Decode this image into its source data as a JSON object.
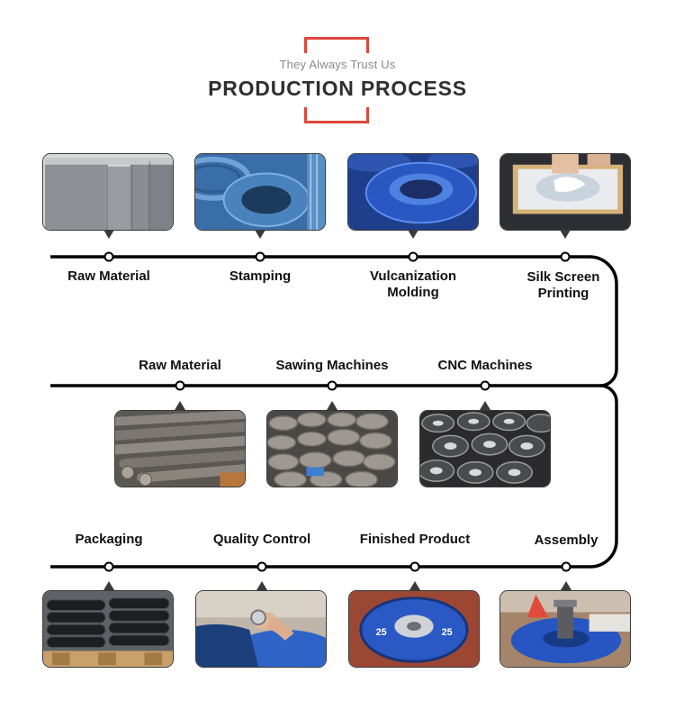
{
  "header": {
    "subtitle": "They Always Trust Us",
    "title": "PRODUCTION PROCESS"
  },
  "accent_color": "#e0453c",
  "line_color": "#000000",
  "row1": [
    {
      "label": "Raw Material",
      "icon": "grey-sheets-photo"
    },
    {
      "label": "Stamping",
      "icon": "blue-rings-photo"
    },
    {
      "label": "Vulcanization\nMolding",
      "icon": "blue-mold-photo"
    },
    {
      "label": "Silk Screen\nPrinting",
      "icon": "screen-printing-photo"
    }
  ],
  "row2": [
    {
      "label": "Raw Material",
      "icon": "steel-bars-photo"
    },
    {
      "label": "Sawing Machines",
      "icon": "sawn-discs-photo"
    },
    {
      "label": "CNC Machines",
      "icon": "cnc-hubs-photo"
    }
  ],
  "row3": [
    {
      "label": "Packaging",
      "icon": "packaging-photo"
    },
    {
      "label": "Quality Control",
      "icon": "inspection-photo"
    },
    {
      "label": "Finished Product",
      "icon": "finished-plate-photo"
    },
    {
      "label": "Assembly",
      "icon": "assembly-photo"
    }
  ]
}
